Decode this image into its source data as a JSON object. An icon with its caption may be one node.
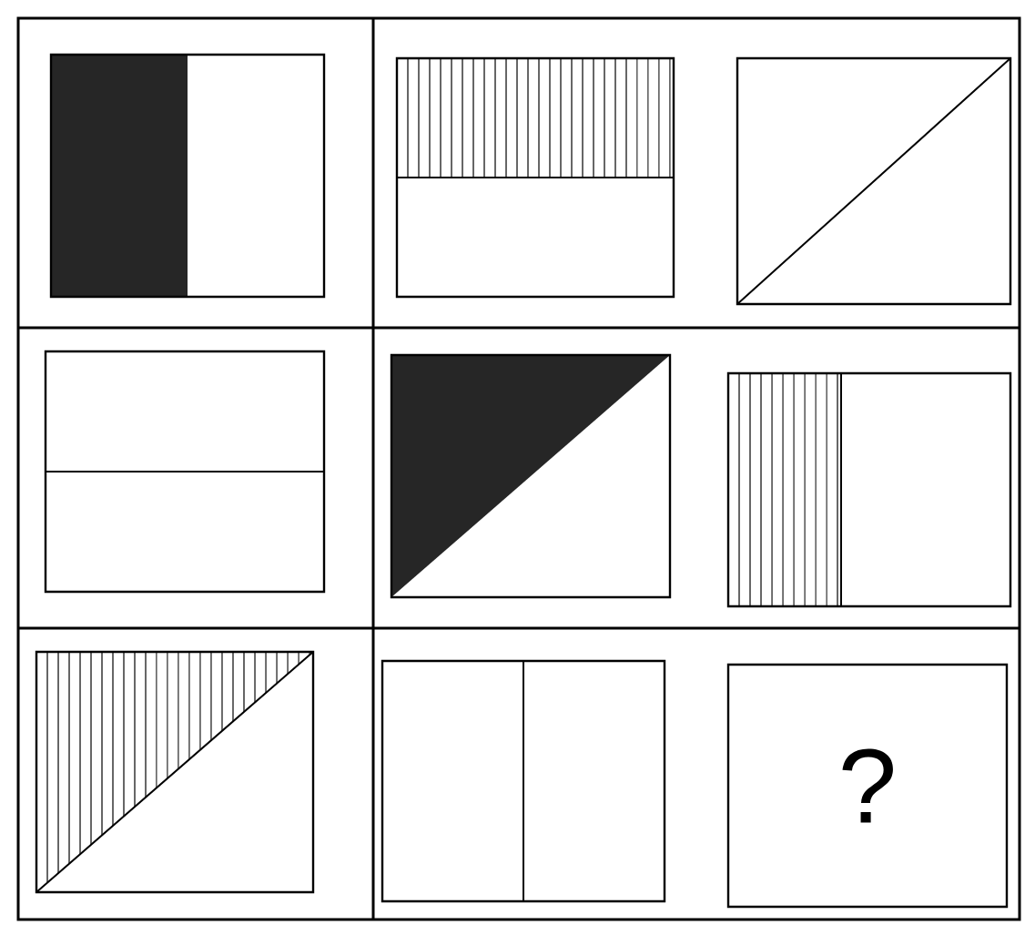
{
  "diagram": {
    "nodes": [
      {
        "text": [],
        "shape": "box"
      },
      {
        "text": [],
        "shape": "box"
      },
      {
        "text": [],
        "shape": "box"
      },
      {
        "text": [],
        "shape": "box"
      },
      {
        "text": [],
        "shape": "box"
      },
      {
        "text": [],
        "shape": "box"
      },
      {
        "text": [],
        "shape": "box"
      },
      {
        "text": [],
        "shape": "box"
      },
      {
        "text": [
          "?"
        ]
      }
    ]
  }
}
